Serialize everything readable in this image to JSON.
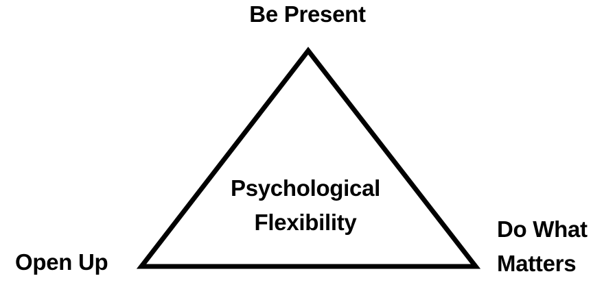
{
  "diagram": {
    "top_vertex_label": "Be Present",
    "left_vertex_label": "Open Up",
    "right_vertex_label": [
      "Do What",
      "Matters"
    ],
    "center_label": [
      "Psychological",
      "Flexibility"
    ],
    "stroke_color": "#000000",
    "background_color": "#ffffff"
  }
}
